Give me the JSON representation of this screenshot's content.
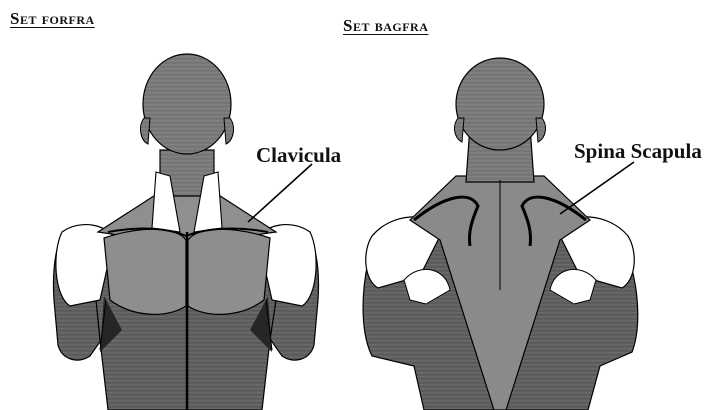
{
  "headings": {
    "front": "Set forfra",
    "back": "Set bagfra"
  },
  "labels": {
    "clavicula": "Clavicula",
    "spina_scapula": "Spina Scapula"
  },
  "colors": {
    "head": "#7a7a7a",
    "muscle_light": "#8c8c8c",
    "muscle_dark": "#595959",
    "line": "#000000",
    "background": "#ffffff"
  }
}
